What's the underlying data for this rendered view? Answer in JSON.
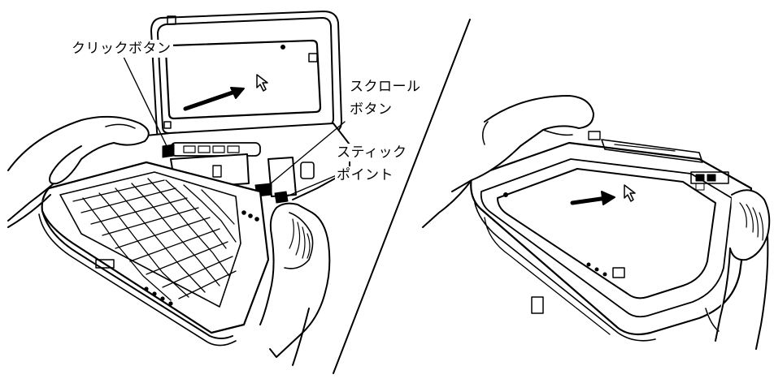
{
  "callouts": {
    "click_button": "クリックボタン",
    "scroll_button_line1": "スクロール",
    "scroll_button_line2": "ボタン",
    "stick_point_line1": "スティック",
    "stick_point_line2": "ポイント"
  }
}
